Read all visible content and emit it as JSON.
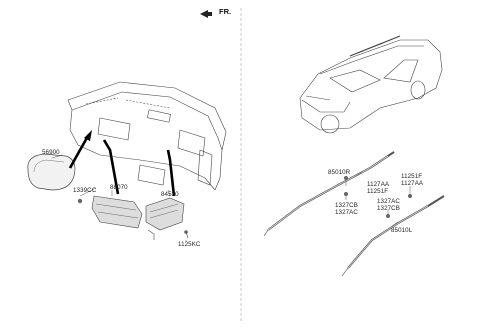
{
  "header": {
    "orientation_label": "FR."
  },
  "left_panel": {
    "labels": {
      "p56900": "56900",
      "p1339cc": "1339CC",
      "p88070": "88070",
      "p84530": "84530",
      "p1125kc": "1125KC"
    }
  },
  "right_panel": {
    "labels": {
      "p85010r": "85010R",
      "p1127aa_a": "1127AA",
      "p11251f_a": "11251F",
      "p11251f_b": "11251F",
      "p1127aa_b": "1127AA",
      "p1327cb_a": "1327CB",
      "p1327ac_a": "1327AC",
      "p1327ac_b": "1327AC",
      "p1327cb_b": "1327CB",
      "p85010l": "85010L"
    }
  },
  "icons": {
    "fr_arrow": "forward-arrow-icon"
  }
}
